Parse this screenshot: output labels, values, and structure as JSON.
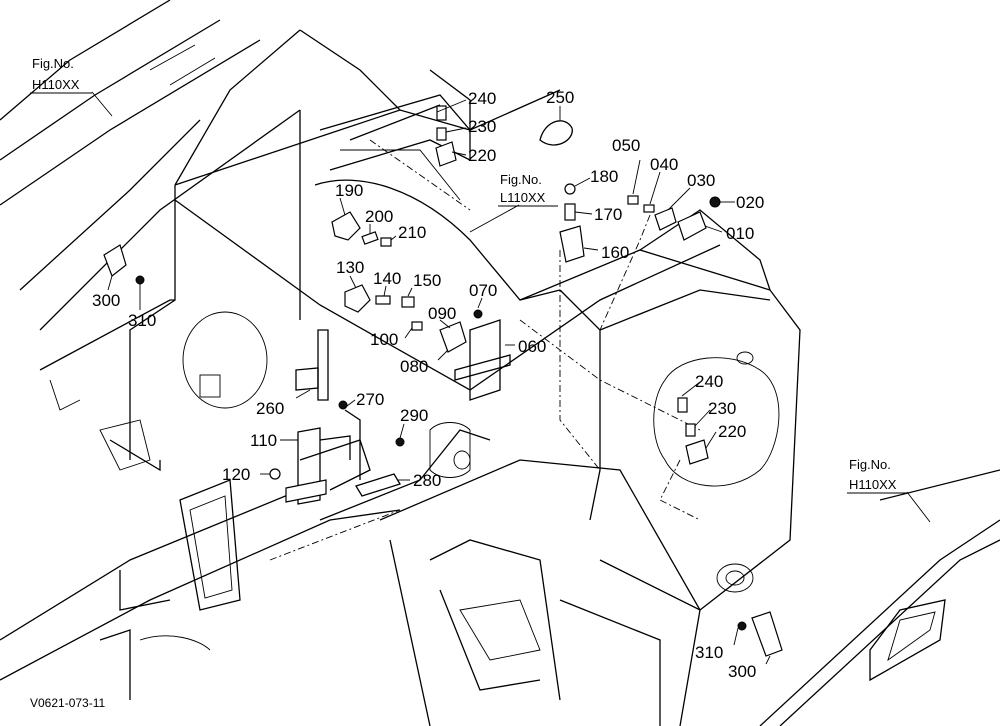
{
  "figure_refs": [
    {
      "title": "Fig.No.",
      "code": "H110XX"
    },
    {
      "title": "Fig.No.",
      "code": "L110XX"
    },
    {
      "title": "Fig.No.",
      "code": "H110XX"
    }
  ],
  "part_labels": [
    "240",
    "230",
    "220",
    "250",
    "180",
    "170",
    "160",
    "050",
    "040",
    "030",
    "020",
    "010",
    "190",
    "200",
    "210",
    "130",
    "140",
    "150",
    "070",
    "090",
    "100",
    "080",
    "060",
    "300",
    "310",
    "260",
    "270",
    "290",
    "110",
    "120",
    "280",
    "240",
    "230",
    "220",
    "310",
    "300"
  ],
  "drawing_code": "V0621-073-11"
}
